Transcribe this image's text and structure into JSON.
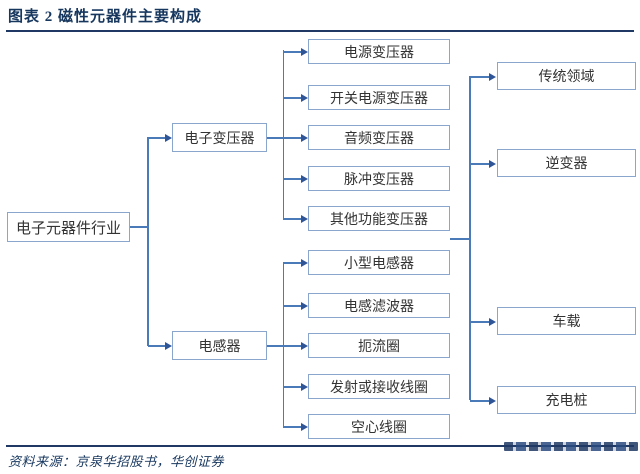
{
  "figure": {
    "title": "图表 2  磁性元器件主要构成",
    "source": "资料来源：京泉华招股书，华创证券"
  },
  "colors": {
    "title_navy": "#17375e",
    "rule_navy": "#1f3864",
    "box_border_blue": "#8ba6cc",
    "connector_blue": "#4a7ab8",
    "arrowhead_blue": "#2f5597",
    "box_text": "#333333",
    "background": "#ffffff"
  },
  "diagram": {
    "root": "电子元器件行业",
    "branches": [
      "电子变压器",
      "电感器"
    ],
    "transformer_types": [
      "电源变压器",
      "开关电源变压器",
      "音频变压器",
      "脉冲变压器",
      "其他功能变压器"
    ],
    "inductor_types": [
      "小型电感器",
      "电感滤波器",
      "扼流圈",
      "发射或接收线圈",
      "空心线圈"
    ],
    "applications": [
      "传统领域",
      "逆变器",
      "车载",
      "充电桩"
    ]
  }
}
